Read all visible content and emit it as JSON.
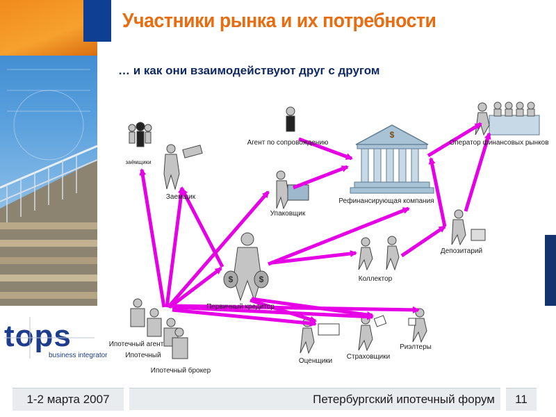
{
  "title": "Участники рынка и их потребности",
  "subtitle": "… и как они взаимодействуют друг с другом",
  "logo": {
    "word": "tops",
    "tagline": "business integrator"
  },
  "footer": {
    "date": "1-2 марта 2007",
    "event": "Петербургский ипотечный форум",
    "page": "11"
  },
  "participants": [
    {
      "id": "borrowers",
      "label": "заёмщики"
    },
    {
      "id": "lender_small",
      "label": "Заемщик"
    },
    {
      "id": "agent",
      "label": "Агент по сопровождению"
    },
    {
      "id": "refi",
      "label": "Рефинансирующая компания"
    },
    {
      "id": "operator",
      "label": "Оператор финансовых рынков"
    },
    {
      "id": "packer",
      "label": "Упаковщик"
    },
    {
      "id": "depositary",
      "label": "Депозитарий"
    },
    {
      "id": "collector",
      "label": "Коллектор"
    },
    {
      "id": "primary",
      "label": "Первичный кредитор"
    },
    {
      "id": "mortgage_agent1",
      "label": "Ипотечный агент"
    },
    {
      "id": "mortgage_agent2",
      "label": "Ипотечный"
    },
    {
      "id": "broker",
      "label": "Ипотечный брокер"
    },
    {
      "id": "appraisers",
      "label": "Оценщики"
    },
    {
      "id": "insurers",
      "label": "Страховщики"
    },
    {
      "id": "realtors",
      "label": "Риэлтеры"
    }
  ],
  "colors": {
    "arrow": "#e600e6",
    "title": "#e86c10",
    "navy": "#0e3f93",
    "building": "#a9c3d6"
  }
}
